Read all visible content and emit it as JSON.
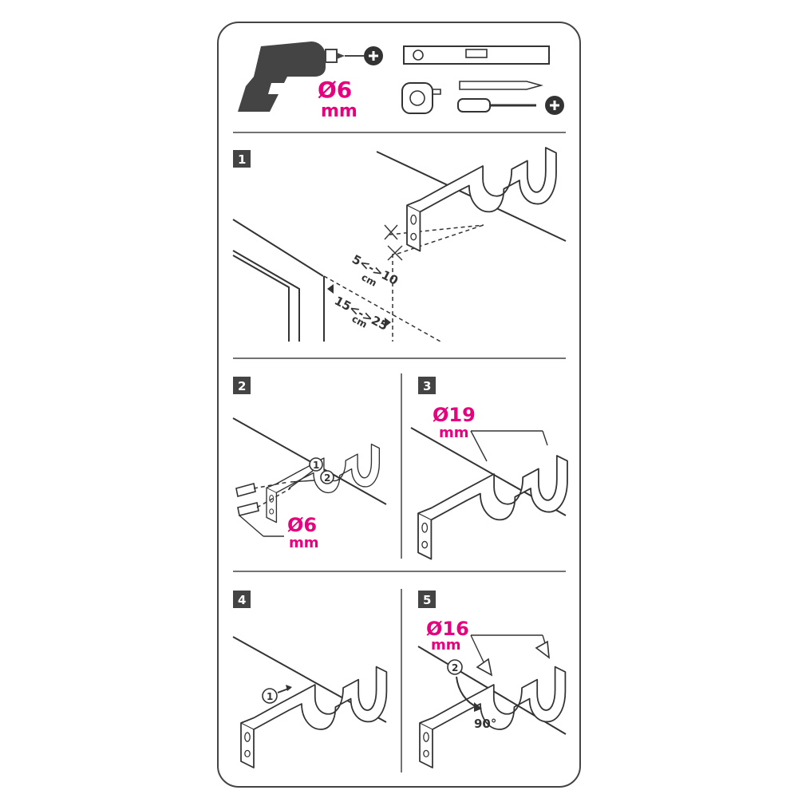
{
  "tools": {
    "drill_bit_size": "Ø6",
    "drill_bit_unit": "mm"
  },
  "steps": [
    {
      "number": "1",
      "distance_top": "5<->10",
      "distance_top_unit": "cm",
      "distance_side": "15<->25",
      "distance_side_unit": "cm"
    },
    {
      "number": "2",
      "plug_size": "Ø6",
      "plug_unit": "mm",
      "callout_a": "1",
      "callout_b": "2"
    },
    {
      "number": "3",
      "rod_diameter": "Ø19",
      "rod_unit": "mm"
    },
    {
      "number": "4",
      "callout": "1"
    },
    {
      "number": "5",
      "rod_diameter": "Ø16",
      "rod_unit": "mm",
      "callout": "2",
      "rotation": "90°"
    }
  ],
  "colors": {
    "accent": "#e6007e",
    "ink": "#333333",
    "frame": "#444444"
  }
}
